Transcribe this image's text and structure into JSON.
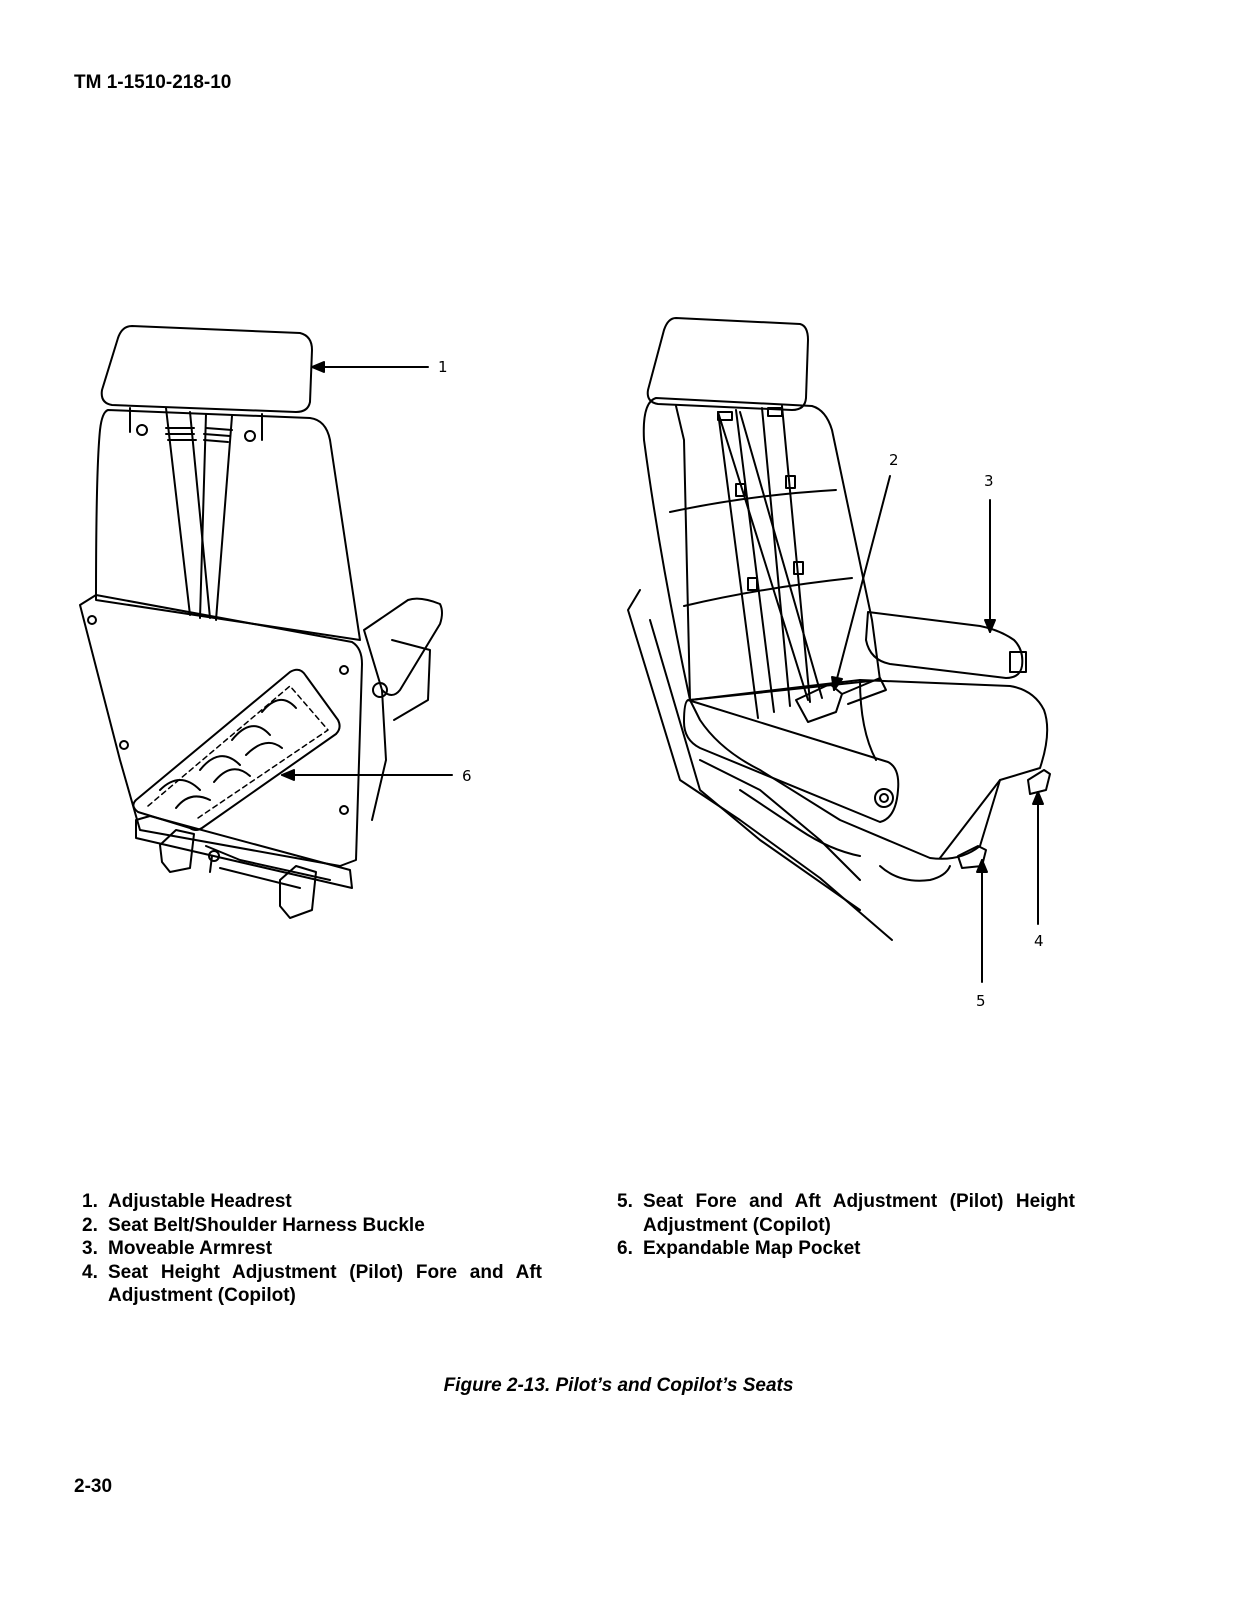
{
  "document": {
    "header": "TM 1-1510-218-10",
    "page_number": "2-30",
    "figure_caption": "Figure 2-13.  Pilot’s and Copilot’s Seats"
  },
  "callouts": [
    "1",
    "2",
    "3",
    "4",
    "5",
    "6"
  ],
  "legend": {
    "left": [
      {
        "num": "1.",
        "text": "Adjustable Headrest"
      },
      {
        "num": "2.",
        "text": "Seat Belt/Shoulder Harness Buckle"
      },
      {
        "num": "3.",
        "text": "Moveable Armrest"
      },
      {
        "num": "4.",
        "text": "Seat Height Adjustment (Pilot) Fore and Aft Adjustment (Copilot)"
      }
    ],
    "right": [
      {
        "num": "5.",
        "text": "Seat Fore and Aft Adjustment (Pilot) Height Adjustment (Copilot)"
      },
      {
        "num": "6.",
        "text": "Expandable Map Pocket"
      }
    ]
  }
}
